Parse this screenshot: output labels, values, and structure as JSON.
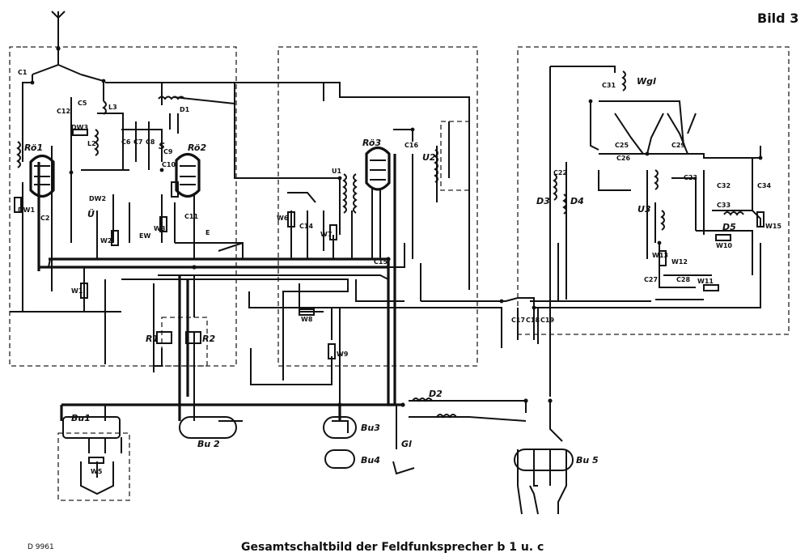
{
  "figure": {
    "label": "Bild 3",
    "caption": "Gesamtschaltbild der Feldfunksprecher b 1 u. c",
    "code": "D 9961"
  },
  "components": {
    "tubes": [
      "Rö1",
      "Rö2",
      "Rö3"
    ],
    "sockets": [
      "Bu1",
      "Bu 2",
      "Bu3",
      "Bu4",
      "Bu 5"
    ],
    "chokes": [
      "DW1",
      "DW2",
      "DW3",
      "D1",
      "D2",
      "D3",
      "D4",
      "D5"
    ],
    "transformers": [
      "U1",
      "U2",
      "U3",
      "Ü"
    ],
    "coils": [
      "L2",
      "L3",
      "Wgl"
    ],
    "relays": [
      "R1",
      "R2"
    ],
    "resistors": [
      "W1",
      "W2",
      "W3",
      "W5",
      "W6",
      "W7",
      "W8",
      "W9",
      "W10",
      "W11",
      "W12",
      "W13",
      "W15"
    ],
    "capacitors": [
      "C1",
      "C2",
      "C5",
      "C6",
      "C7",
      "C8",
      "C9",
      "C10",
      "C11",
      "C12",
      "C14",
      "C15",
      "C16",
      "C17",
      "C18",
      "C19",
      "C22",
      "C23",
      "C25",
      "C26",
      "C27",
      "C28",
      "C29",
      "C31",
      "C32",
      "C33",
      "C34"
    ],
    "misc": [
      "Gl",
      "EW",
      "S",
      "E"
    ]
  }
}
